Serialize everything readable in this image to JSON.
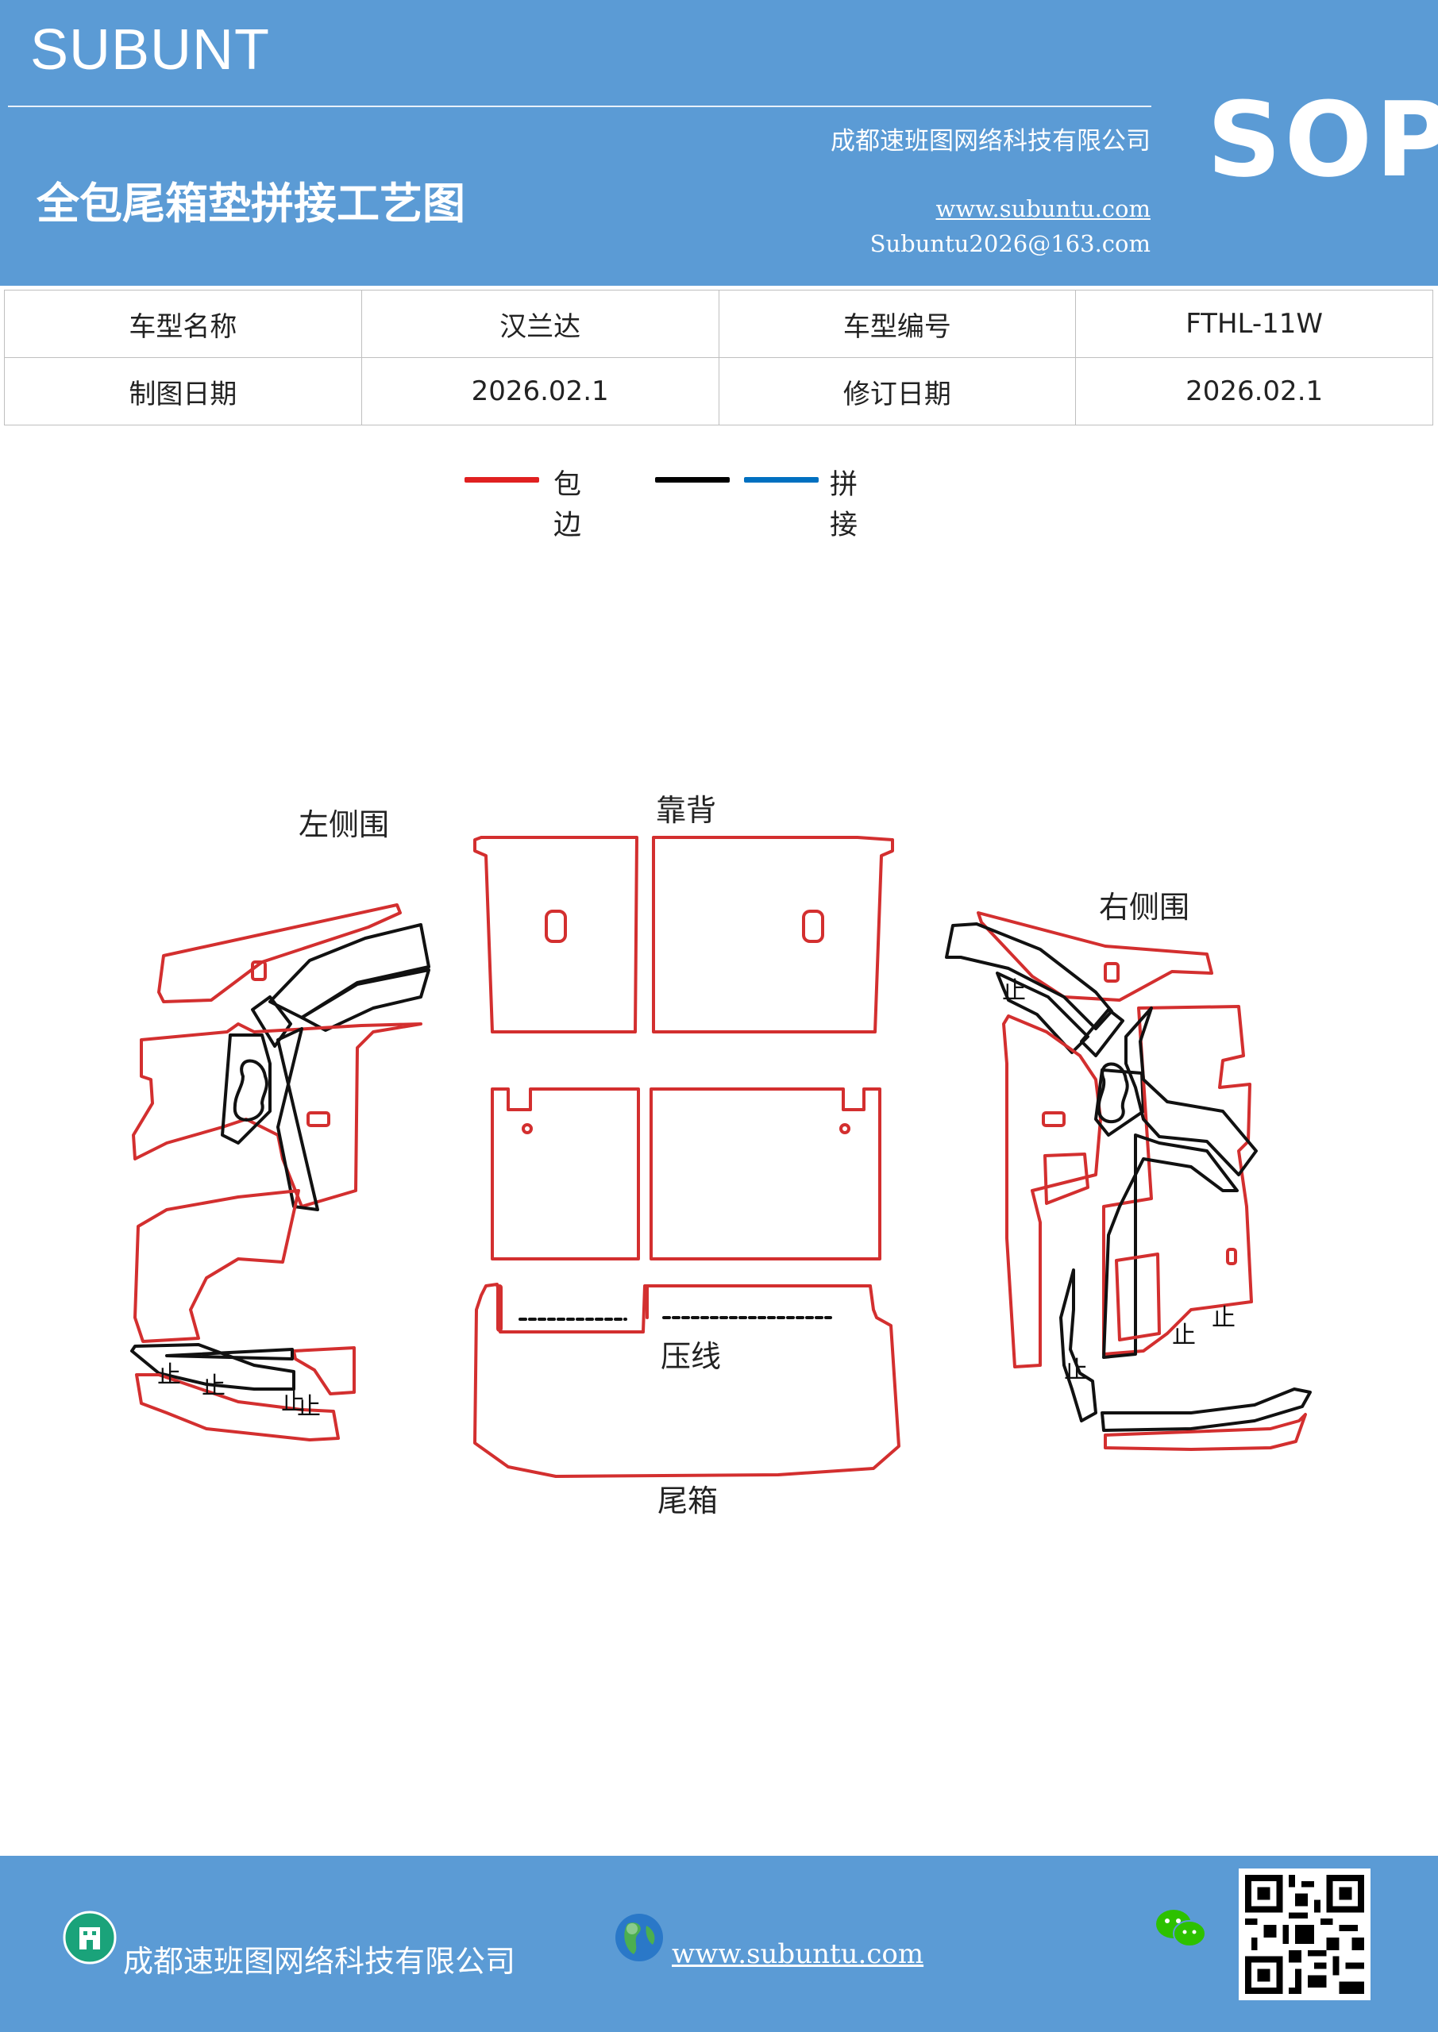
{
  "header": {
    "brand": "SUBUNT",
    "company": "成都速班图网络科技有限公司",
    "title": "全包尾箱垫拼接工艺图",
    "website": "www.subuntu.com",
    "email": "Subuntu2026@163.com",
    "badge": "SOP"
  },
  "info_table": {
    "rows": [
      [
        "车型名称",
        "汉兰达",
        "车型编号",
        "FTHL-11W"
      ],
      [
        "制图日期",
        "2026.02.1",
        "修订日期",
        "2026.02.1"
      ]
    ]
  },
  "legend": {
    "items": [
      {
        "label": "包边",
        "color": "#e02020"
      },
      {
        "label": "拼接",
        "colors": [
          "#000000",
          "#0070c0"
        ]
      }
    ]
  },
  "drawing": {
    "labels": {
      "left_panel": "左侧围",
      "back_panel": "靠背",
      "right_panel": "右侧围",
      "crease": "压线",
      "trunk": "尾箱",
      "stop_mark": "止"
    },
    "colors": {
      "edge": "#d32f2f",
      "seam": "#111111"
    }
  },
  "footer": {
    "company": "成都速班图网络科技有限公司",
    "website": "www.subuntu.com",
    "icons": [
      "building-icon",
      "globe-icon",
      "wechat-icon",
      "qr-code"
    ]
  }
}
